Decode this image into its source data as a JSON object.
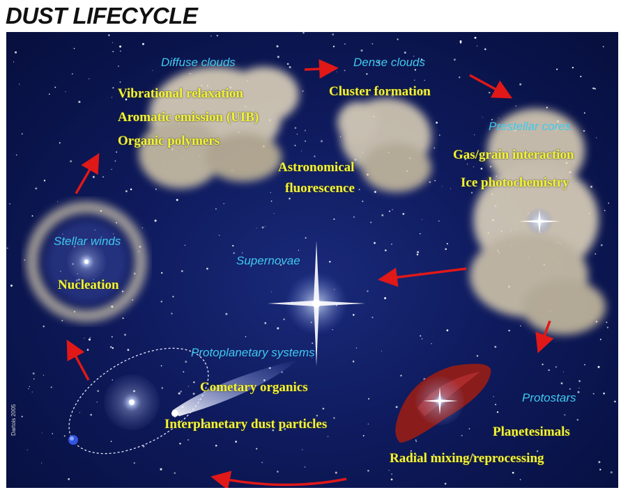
{
  "title": "DUST LIFECYCLE",
  "regions": {
    "diffuse_clouds": "Diffuse clouds",
    "dense_clouds": "Dense clouds",
    "prestellar_cores": "Prestellar cores",
    "stellar_winds": "Stellar winds",
    "supernovae": "Supernovae",
    "protoplanetary_systems": "Protoplanetary systems",
    "protostars": "Protostars"
  },
  "processes": {
    "vibrational_relaxation": "Vibrational relaxation",
    "aromatic_emission": "Aromatic emission (UIB)",
    "organic_polymers": "Organic polymers",
    "cluster_formation": "Cluster formation",
    "astronomical": "Astronomical",
    "fluorescence": "fluorescence",
    "gas_grain": "Gas/grain interaction",
    "ice_photochemistry": "Ice photochemistry",
    "nucleation": "Nucleation",
    "cometary_organics": "Cometary organics",
    "interplanetary": "Interplanetary dust particles",
    "planetesimals": "Planetesimals",
    "radial_mixing": "Radial mixing/reprocessing"
  },
  "credit": "Dartois 2005",
  "colors": {
    "background": "#0b1650",
    "region_text": "#3fc9ee",
    "process_text": "#f2f23a",
    "arrow": "#e01818",
    "cloud": "#e8dcc0",
    "disk": "#8a1c1c"
  },
  "icons": [
    "star-sparkle-icon",
    "cloud-icon",
    "arrow-icon",
    "planet-icon",
    "comet-icon",
    "disk-icon"
  ]
}
